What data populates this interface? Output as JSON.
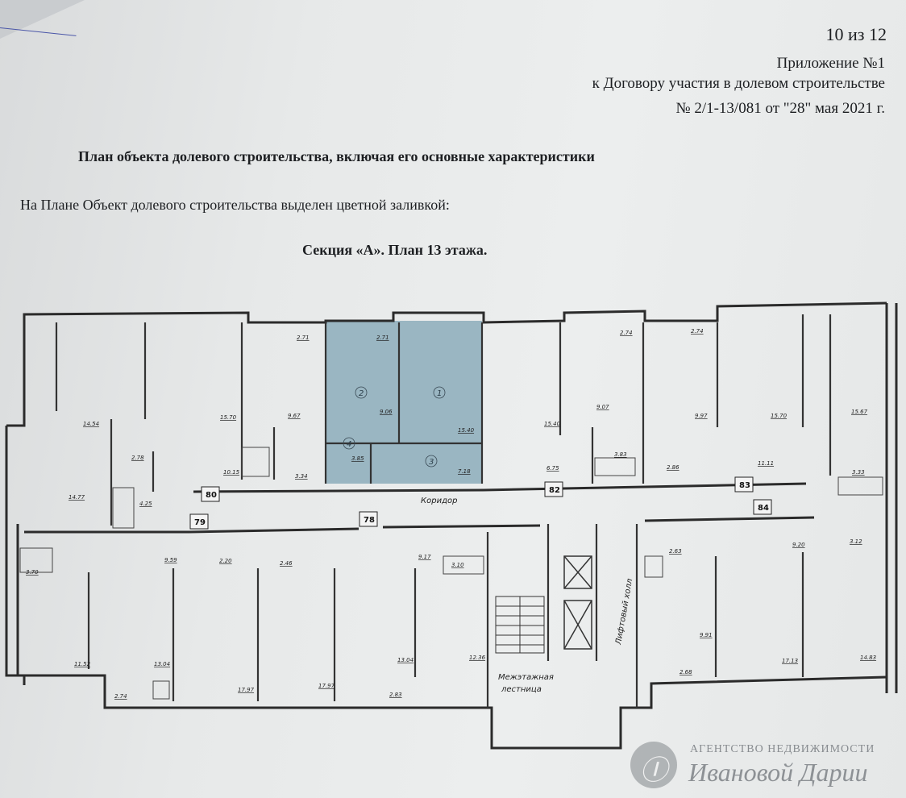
{
  "header": {
    "page_num": "10 из 12",
    "annex": "Приложение №1",
    "contract": "к Договору участия в долевом строительстве",
    "contract_num": "№ 2/1-13/081 от \"28\" мая 2021 г."
  },
  "body": {
    "title": "План объекта долевого строительства, включая его основные характеристики",
    "note": "На Плане Объект долевого строительства выделен цветной заливкой:",
    "section_title": "Секция «А». План 13 этажа."
  },
  "plan": {
    "highlight_color": "#9ab6c2",
    "labels": {
      "corridor": "Коридор",
      "lift_hall": "Лифтовый холл",
      "stair_1": "Межэтажная",
      "stair_2": "лестница"
    },
    "apartments": [
      "80",
      "79",
      "78",
      "82",
      "83",
      "84"
    ],
    "rooms": [
      "1",
      "2",
      "3",
      "4"
    ],
    "areas": [
      "14.54",
      "15.70",
      "2.71",
      "9.67",
      "10.15",
      "3.34",
      "2.78",
      "4.25",
      "14.77",
      "2.71",
      "9.06",
      "15.40",
      "3.85",
      "7.18",
      "2.74",
      "9.07",
      "15.40",
      "6.75",
      "3.83",
      "2.86",
      "2.74",
      "9.97",
      "15.70",
      "15.67",
      "11.11",
      "3.33",
      "9.20",
      "3.12",
      "3.70",
      "9.59",
      "2.20",
      "2.46",
      "9.17",
      "3.10",
      "11.52",
      "13.04",
      "2.74",
      "17.97",
      "17.97",
      "13.04",
      "2.83",
      "12.36",
      "2.63",
      "9.91",
      "2.68",
      "17.13",
      "14.83"
    ]
  },
  "watermark": {
    "line1": "АГЕНТСТВО НЕДВИЖИМОСТИ",
    "line2": "Ивановой Дарии",
    "logo_letter": "Ⓘ"
  }
}
